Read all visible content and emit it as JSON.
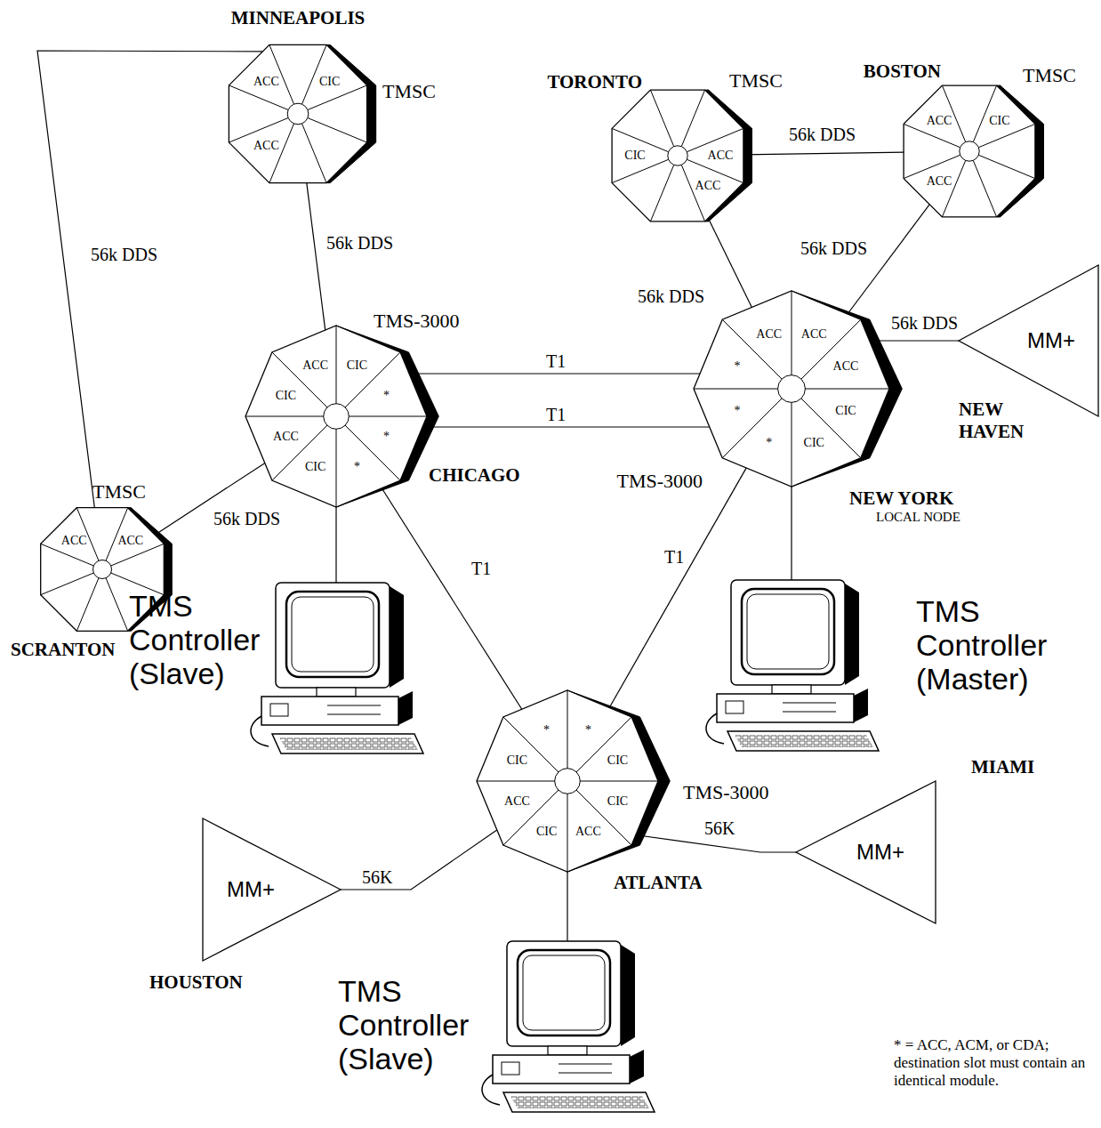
{
  "diagram": {
    "nodes": [
      {
        "text": [
          "MINNEAPOLIS",
          "TMSC",
          "ACC",
          "CIC",
          "ACC"
        ]
      },
      {
        "text": [
          "TORONTO",
          "TMSC",
          "CIC",
          "ACC",
          "ACC"
        ]
      },
      {
        "text": [
          "BOSTON",
          "TMSC",
          "ACC",
          "CIC",
          "ACC"
        ]
      },
      {
        "text": [
          "CHICAGO",
          "TMS-3000",
          "CIC",
          "*",
          "*",
          "*",
          "CIC",
          "ACC",
          "CIC",
          "ACC"
        ]
      },
      {
        "text": [
          "NEW YORK",
          "LOCAL NODE",
          "TMS-3000",
          "ACC",
          "ACC",
          "CIC",
          "CIC",
          "*",
          "*",
          "*",
          "ACC"
        ]
      },
      {
        "text": [
          "MM+",
          "NEW HAVEN"
        ]
      },
      {
        "text": [
          "SCRANTON",
          "TMSC",
          "ACC",
          "ACC"
        ]
      },
      {
        "text": [
          "TMS Controller (Slave)"
        ]
      },
      {
        "text": [
          "TMS Controller (Master)"
        ]
      },
      {
        "text": [
          "ATLANTA",
          "TMS-3000",
          "*",
          "CIC",
          "CIC",
          "ACC",
          "CIC",
          "ACC",
          "CIC",
          "*"
        ]
      },
      {
        "text": [
          "MM+",
          "HOUSTON"
        ]
      },
      {
        "text": [
          "MM+",
          "MIAMI"
        ]
      },
      {
        "text": [
          "TMS Controller (Slave)"
        ]
      }
    ],
    "edges": [
      {
        "from": 0,
        "to": 6,
        "arrow": "none",
        "label": "56k DDS"
      },
      {
        "from": 0,
        "to": 3,
        "arrow": "none",
        "label": "56k DDS"
      },
      {
        "from": 1,
        "to": 2,
        "arrow": "none",
        "label": "56k DDS"
      },
      {
        "from": 1,
        "to": 4,
        "arrow": "none",
        "label": "56k DDS"
      },
      {
        "from": 2,
        "to": 4,
        "arrow": "none",
        "label": "56k DDS"
      },
      {
        "from": 3,
        "to": 4,
        "arrow": "none",
        "label": "T1"
      },
      {
        "from": 3,
        "to": 4,
        "arrow": "none",
        "label": "T1"
      },
      {
        "from": 3,
        "to": 6,
        "arrow": "none",
        "label": "56k DDS"
      },
      {
        "from": 4,
        "to": 5,
        "arrow": "none",
        "label": "56k DDS"
      },
      {
        "from": 3,
        "to": 7,
        "arrow": "none"
      },
      {
        "from": 4,
        "to": 8,
        "arrow": "none"
      },
      {
        "from": 3,
        "to": 9,
        "arrow": "none",
        "label": "T1"
      },
      {
        "from": 4,
        "to": 9,
        "arrow": "none",
        "label": "T1"
      },
      {
        "from": 9,
        "to": 10,
        "arrow": "none",
        "label": "56K"
      },
      {
        "from": 9,
        "to": 11,
        "arrow": "none",
        "label": "56K"
      },
      {
        "from": 9,
        "to": 12,
        "arrow": "none"
      }
    ],
    "labels": [
      "* = ACC, ACM, or CDA; destination slot must contain an identical module."
    ]
  }
}
